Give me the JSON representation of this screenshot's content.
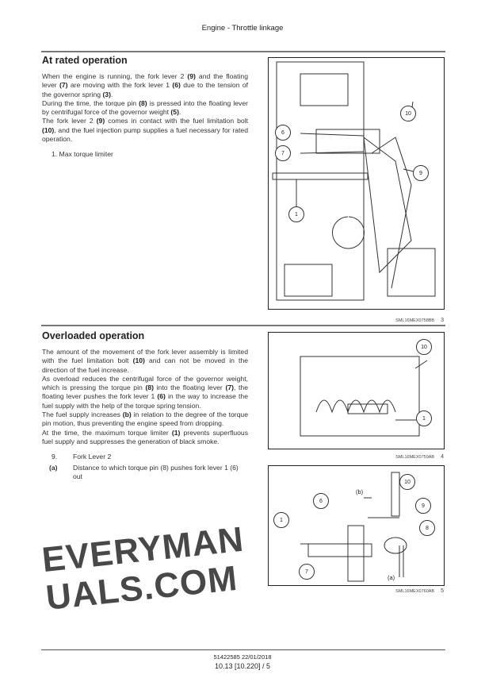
{
  "header": {
    "title": "Engine - Throttle linkage"
  },
  "section1": {
    "title": "At rated operation",
    "paragraphs": [
      [
        "When the engine is running, the fork lever 2 ",
        "(9)",
        " and the floating lever ",
        "(7)",
        " are moving with the fork lever 1 ",
        "(6)",
        " due to the tension of the governor spring ",
        "(3)",
        "."
      ],
      [
        "During the time, the torque pin ",
        "(8)",
        " is pressed into the floating lever by centrifugal force of the governor weight ",
        "(5)",
        "."
      ],
      [
        "The fork lever 2 ",
        "(9)",
        " comes in contact with the fuel limitation bolt ",
        "(10)",
        ", and the fuel injection pump supplies a fuel necessary for rated operation."
      ]
    ],
    "list": [
      "1.  Max torque limiter"
    ]
  },
  "section2": {
    "title": "Overloaded operation",
    "paragraphs": [
      [
        "The amount of the movement of the fork lever assembly is limited with the fuel limitation bolt ",
        "(10)",
        " and can not be moved in the direction of the fuel increase."
      ],
      [
        "As overload reduces the centrifugal force of the governor weight, which is pressing the torque pin ",
        "(8)",
        " into the floating lever ",
        "(7)",
        ", the floating lever pushes the fork lever 1 ",
        "(6)",
        " in the way to increase the fuel supply with the help of the torque spring tension."
      ],
      [
        "The fuel supply increases ",
        "(b)",
        " in relation to the degree of the torque pin motion, thus preventing the engine speed from dropping."
      ],
      [
        "At the time, the maximum torque limiter ",
        "(1)",
        " prevents superfluous fuel supply and suppresses the generation of black smoke."
      ]
    ],
    "legend": [
      {
        "key": "9.",
        "text": "Fork Lever 2"
      },
      {
        "key": "(a)",
        "text": "Distance to which torque pin (8) pushes fork lever 1 (6) out"
      }
    ]
  },
  "figures": [
    {
      "caption": "SML16MEX0758BB",
      "number": "3",
      "callouts": [
        "10",
        "6",
        "7",
        "9",
        "1"
      ]
    },
    {
      "caption": "SML16MEX0759AB",
      "number": "4",
      "callouts": [
        "10",
        "1"
      ]
    },
    {
      "caption": "SML16MEX0760AB",
      "number": "5",
      "callouts": [
        "10",
        "6",
        "9",
        "1",
        "8",
        "7"
      ],
      "labels": [
        "(b)",
        "(a)"
      ]
    }
  ],
  "watermark": "EVERYMANUALS.COM",
  "footer": {
    "doc": "51422585 22/01/2018",
    "page": "10.13 [10.220] / 5"
  }
}
